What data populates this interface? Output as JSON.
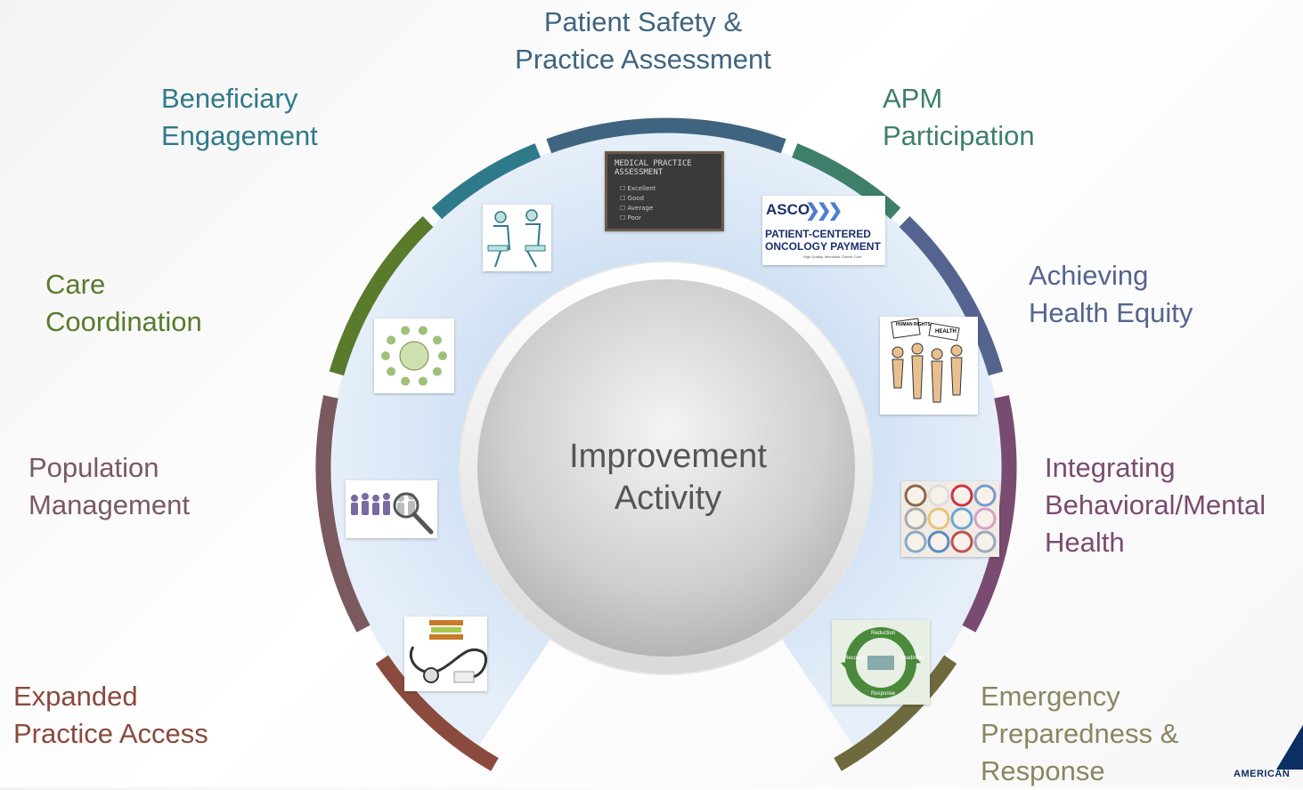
{
  "center": {
    "label": "Improvement\nActivity"
  },
  "categories": [
    {
      "id": "patient-safety",
      "label": "Patient Safety &\nPractice Assessment",
      "color": "#3f6480",
      "image": "chalkboard-assessment-image"
    },
    {
      "id": "apm",
      "label": "APM\nParticipation",
      "color": "#3d7f6b",
      "image": "asco-pcop-logo-image"
    },
    {
      "id": "health-equity",
      "label": "Achieving\nHealth Equity",
      "color": "#55648f",
      "image": "protest-crowd-image"
    },
    {
      "id": "behavioral",
      "label": "Integrating\nBehavioral/Mental\nHealth",
      "color": "#7a4b70",
      "image": "cupcakes-icons-image"
    },
    {
      "id": "emergency",
      "label": "Emergency\nPreparedness &\nResponse",
      "color": "#6f6a3d",
      "image": "disaster-cycle-image"
    },
    {
      "id": "expanded-access",
      "label": "Expanded\nPractice Access",
      "color": "#8a4a3d",
      "image": "stethoscope-image"
    },
    {
      "id": "population",
      "label": "Population\nManagement",
      "color": "#7a5a5f",
      "image": "people-magnifier-image"
    },
    {
      "id": "care-coord",
      "label": "Care\nCoordination",
      "color": "#5a7a2c",
      "image": "care-network-image"
    },
    {
      "id": "beneficiary",
      "label": "Beneficiary\nEngagement",
      "color": "#2f7a8a",
      "image": "conversation-image"
    }
  ],
  "chalkboard": {
    "title": "MEDICAL PRACTICE\nASSESSMENT",
    "items": [
      "Excellent",
      "Good",
      "Average",
      "Poor"
    ]
  },
  "asco_logo": {
    "brand": "ASCO",
    "line1": "PATIENT-CENTERED",
    "line2": "ONCOLOGY PAYMENT",
    "tagline": "High Quality, Affordable Cancer Care"
  },
  "protest_signs": [
    "HUMAN RIGHTS",
    "HEALTH"
  ],
  "disaster_words": [
    "Reduction",
    "Recovery",
    "Readiness",
    "Response"
  ],
  "corner_logo": {
    "text": "AMERICAN"
  }
}
